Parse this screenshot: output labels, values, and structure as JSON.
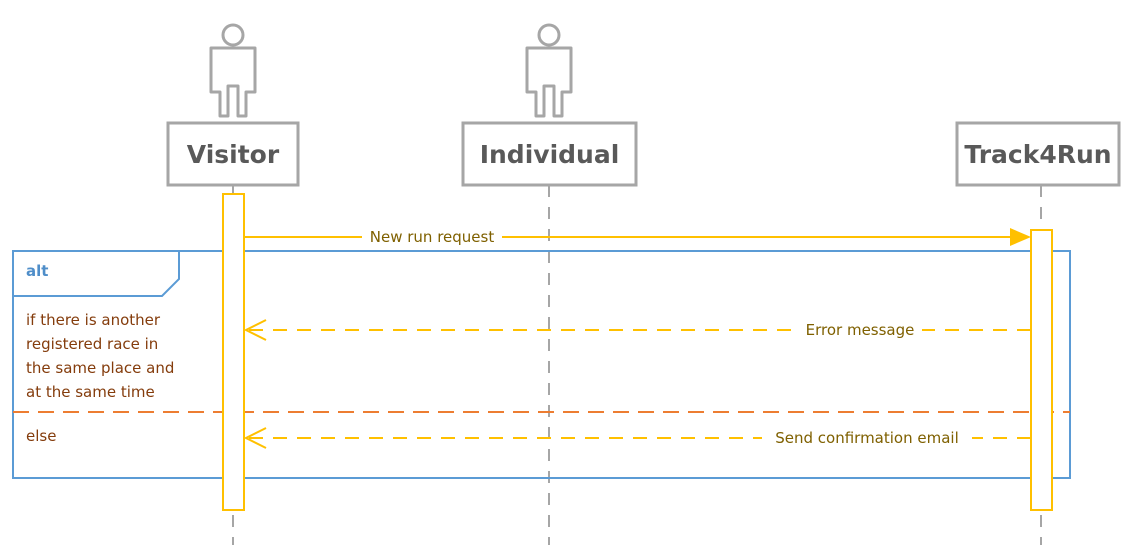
{
  "participants": [
    {
      "name": "Visitor",
      "has_actor_icon": true
    },
    {
      "name": "Individual",
      "has_actor_icon": true
    },
    {
      "name": "Track4Run",
      "has_actor_icon": false
    }
  ],
  "messages": [
    {
      "label": "New run request",
      "from": "Visitor",
      "to": "Track4Run",
      "style": "solid"
    },
    {
      "label": "Error message",
      "from": "Track4Run",
      "to": "Visitor",
      "style": "dashed"
    },
    {
      "label": "Send confirmation email",
      "from": "Track4Run",
      "to": "Visitor",
      "style": "dashed"
    }
  ],
  "alt_frame": {
    "operator": "alt",
    "condition_lines": [
      "if there is another",
      "registered race in",
      "the same place and",
      "at the same time"
    ],
    "else_label": "else"
  },
  "colors": {
    "participant_border": "#a6a6a6",
    "participant_text": "#595959",
    "lifeline": "#a6a6a6",
    "activation": "#ffc000",
    "message": "#ffc000",
    "message_text": "#7f6000",
    "frame_border": "#5b9bd5",
    "frame_operator": "#4f8ec9",
    "frame_text": "#843c0c",
    "else_divider": "#ed7d31"
  }
}
